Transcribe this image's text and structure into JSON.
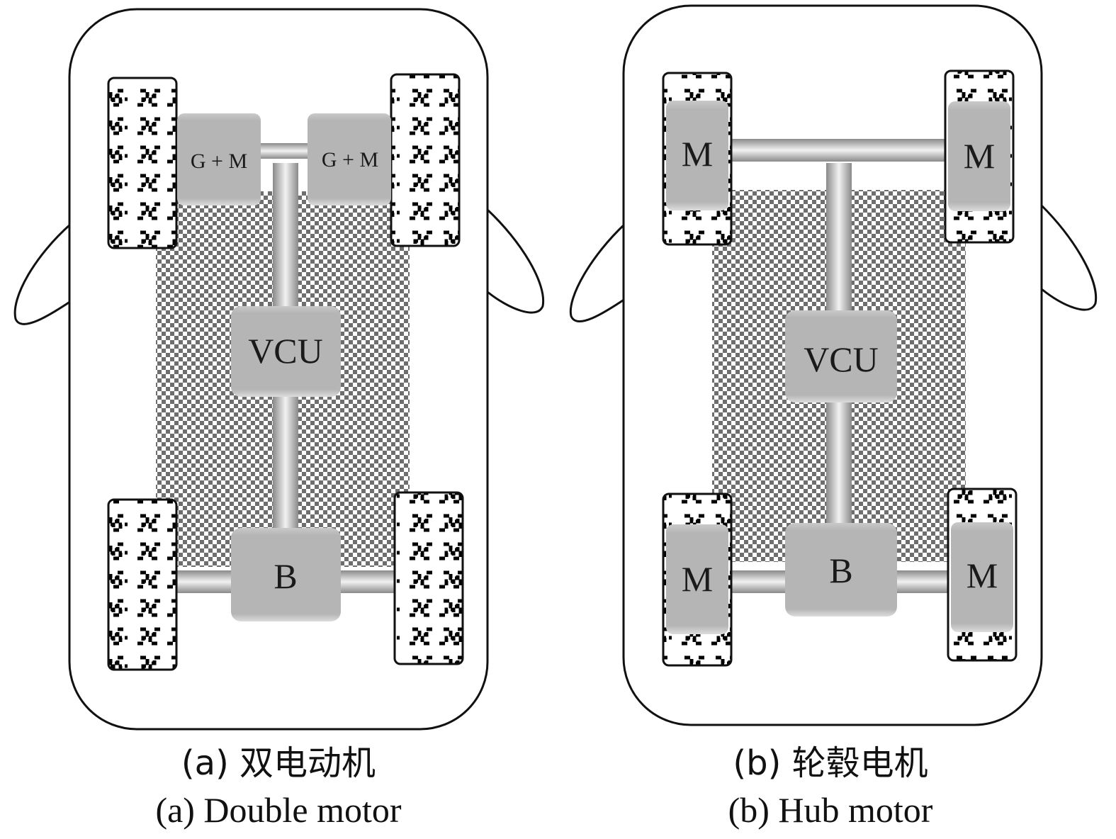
{
  "diagrams": [
    {
      "id": "a",
      "caption_cn": "(a) 双电动机",
      "caption_en": "(a) Double motor",
      "labels": {
        "front_left": "G + M",
        "front_right": "G + M",
        "controller": "VCU",
        "battery": "B"
      }
    },
    {
      "id": "b",
      "caption_cn": "(b) 轮毂电机",
      "caption_en": "(b) Hub motor",
      "labels": {
        "front_left": "M",
        "front_right": "M",
        "controller": "VCU",
        "battery": "B",
        "rear_left": "M",
        "rear_right": "M"
      }
    }
  ],
  "colors": {
    "outline": "#111111",
    "component_fill": "#b5b5b5",
    "checker_dark": "#6e6e6e",
    "checker_light": "#ffffff",
    "background": "#ffffff"
  },
  "icons": [
    "tire-tread-pattern",
    "vehicle-body-outline",
    "axle-shaft"
  ]
}
